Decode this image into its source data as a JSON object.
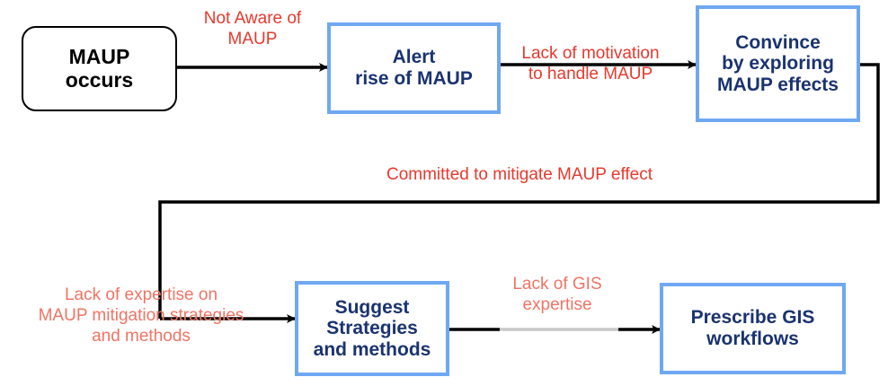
{
  "colors": {
    "step_border": "#6fa8f2",
    "step_text": "#1a3370",
    "label_red": "#e8382c",
    "label_salmon": "#f07464",
    "line": "#000000",
    "faded_line": "#c8c8c8"
  },
  "nodes": {
    "start": {
      "line1": "MAUP",
      "line2": "occurs"
    },
    "alert": {
      "line1": "Alert",
      "line2": "rise of MAUP"
    },
    "convince": {
      "line1": "Convince",
      "line2": "by exploring",
      "line3": "MAUP effects"
    },
    "suggest": {
      "line1": "Suggest",
      "line2": "Strategies",
      "line3": "and methods"
    },
    "prescribe": {
      "line1": "Prescribe GIS",
      "line2": "workflows"
    }
  },
  "edges": {
    "not_aware": {
      "line1": "Not Aware of",
      "line2": "MAUP"
    },
    "lack_motivation": {
      "line1": "Lack of motivation",
      "line2": "to handle MAUP"
    },
    "committed": {
      "line1": "Committed to mitigate MAUP effect"
    },
    "lack_expertise": {
      "line1": "Lack of expertise on",
      "line2": "MAUP mitigation strategies",
      "line3": "and methods"
    },
    "lack_gis": {
      "line1": "Lack of GIS",
      "line2": "expertise"
    }
  }
}
